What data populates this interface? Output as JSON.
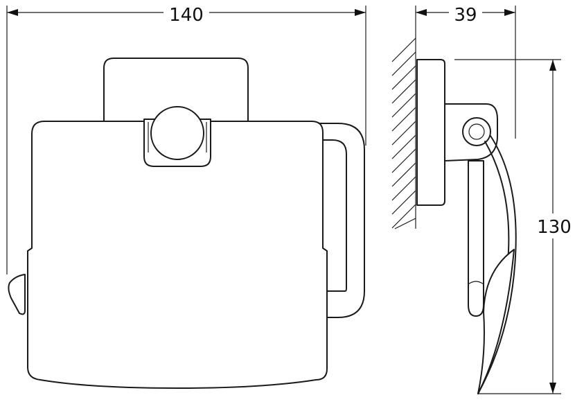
{
  "dimensions": {
    "width": "140",
    "depth": "39",
    "height": "130"
  },
  "colors": {
    "line": "#1a1a1a",
    "background": "#ffffff"
  }
}
